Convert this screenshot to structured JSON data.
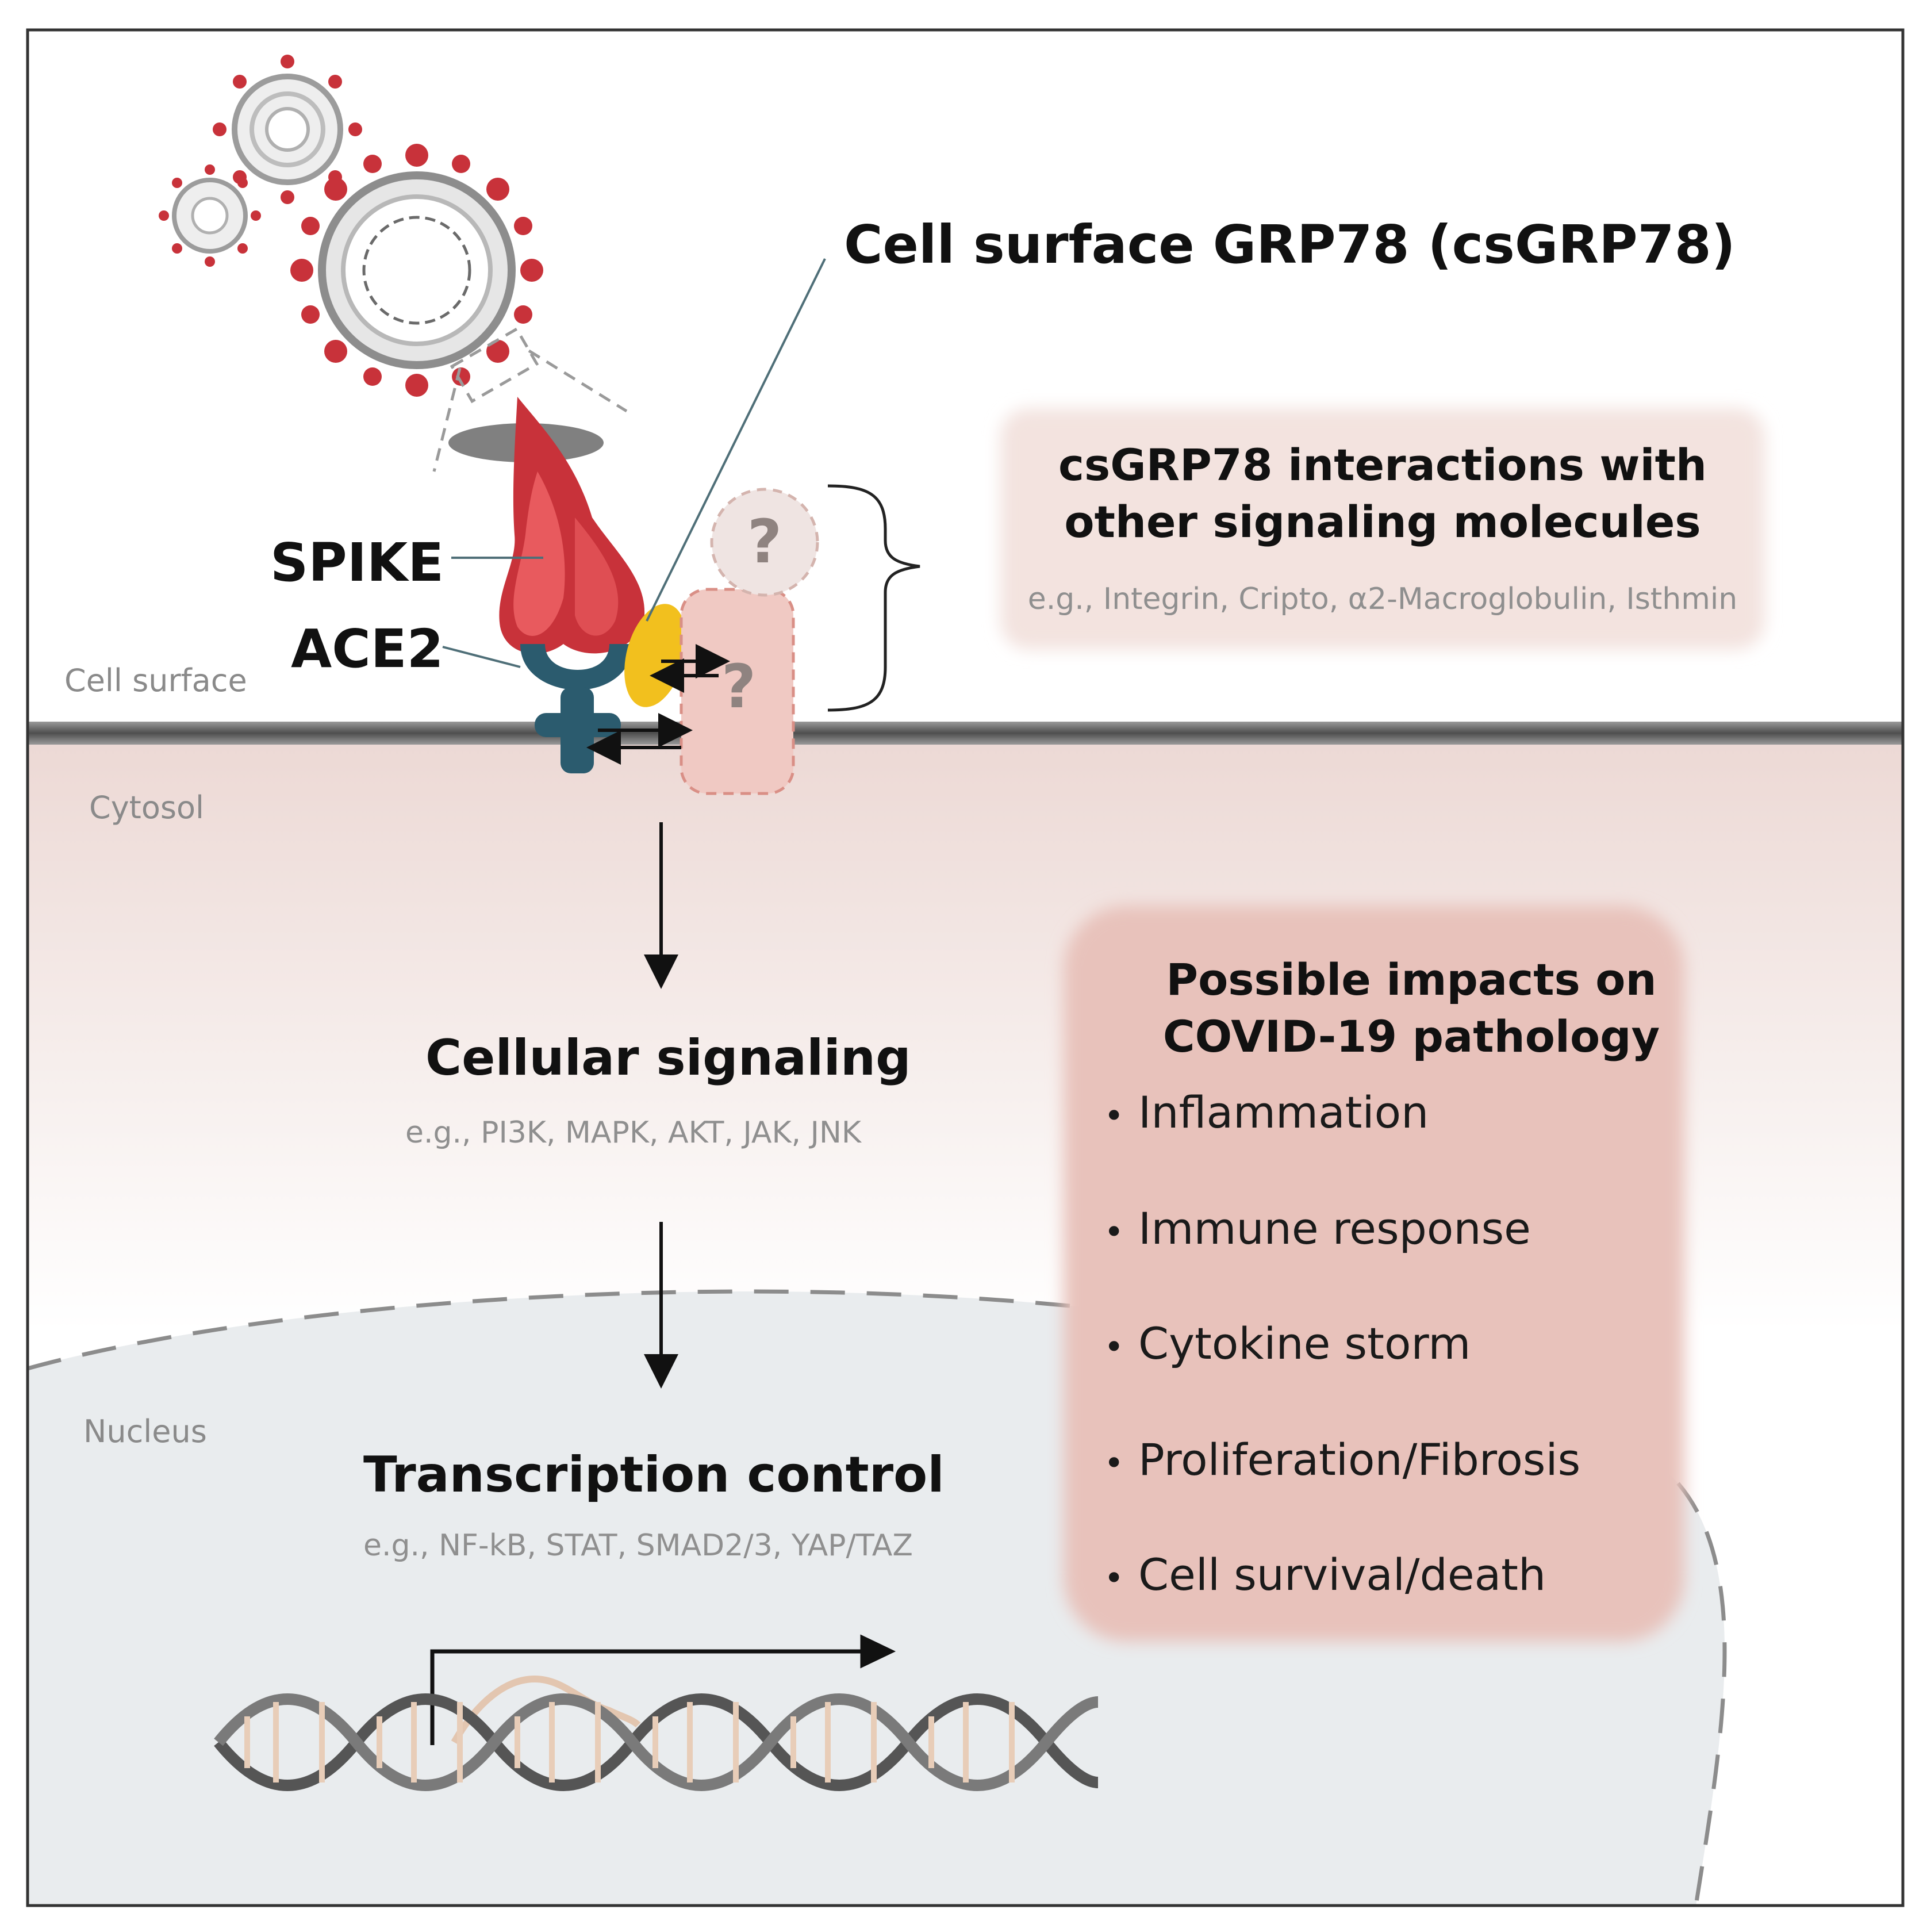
{
  "figure": {
    "title": "Cell surface GRP78 (csGRP78)",
    "labels": {
      "spike": "SPIKE",
      "ace2": "ACE2",
      "question_mark": "?"
    },
    "regions": {
      "cell_surface": "Cell surface",
      "cytosol": "Cytosol",
      "nucleus": "Nucleus"
    },
    "interactions_box": {
      "title": "csGRP78 interactions with other signaling molecules",
      "examples": "e.g., Integrin, Cripto, α2-Macroglobulin, Isthmin"
    },
    "signaling": {
      "title": "Cellular signaling",
      "examples": "e.g., PI3K, MAPK, AKT, JAK, JNK"
    },
    "transcription": {
      "title": "Transcription control",
      "examples": "e.g., NF-kB, STAT, SMAD2/3, YAP/TAZ"
    },
    "impacts_box": {
      "title": "Possible impacts on COVID-19 pathology",
      "bullet": "•",
      "items": [
        "Inflammation",
        "Immune response",
        "Cytokine storm",
        "Proliferation/Fibrosis",
        "Cell survival/death"
      ]
    },
    "colors": {
      "spike_red": "#c8323a",
      "spike_light": "#e85a5e",
      "ace2_blue": "#2b5b6e",
      "grp78_yellow": "#f2c01e",
      "membrane_gray": "#6b6b6b",
      "impact_box": "#e8bfb8",
      "interaction_box": "#f5e6e2",
      "nucleus_fill": "#e9ecee"
    }
  }
}
